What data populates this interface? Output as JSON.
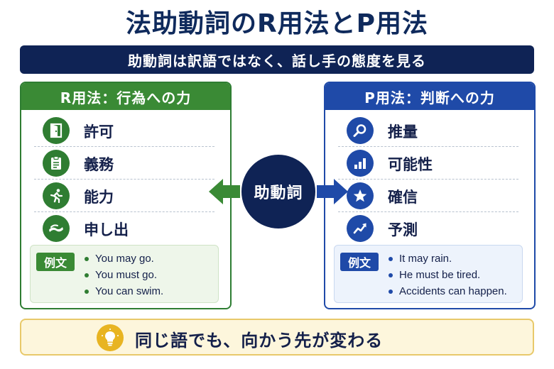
{
  "title": "法助動詞のR用法とP用法",
  "subtitle": "助動詞は訳語ではなく、話し手の態度を見る",
  "center": {
    "label": "助動詞"
  },
  "colors": {
    "navy": "#0f2355",
    "green": "#3a8a35",
    "blue": "#1f4aa8",
    "footer_bg": "#fdf6dc",
    "bulb": "#e8b422"
  },
  "r_panel": {
    "heading": "R用法：行為への力",
    "items": [
      {
        "label": "許可",
        "icon": "door-icon"
      },
      {
        "label": "義務",
        "icon": "clipboard-icon"
      },
      {
        "label": "能力",
        "icon": "runner-icon"
      },
      {
        "label": "申し出",
        "icon": "hand-icon"
      }
    ],
    "example_badge": "例文",
    "examples": [
      "You may go.",
      "You must go.",
      "You can swim."
    ]
  },
  "p_panel": {
    "heading": "P用法：判断への力",
    "items": [
      {
        "label": "推量",
        "icon": "magnifier-icon"
      },
      {
        "label": "可能性",
        "icon": "bar-chart-icon"
      },
      {
        "label": "確信",
        "icon": "star-icon"
      },
      {
        "label": "予測",
        "icon": "trend-up-icon"
      }
    ],
    "example_badge": "例文",
    "examples": [
      "It may rain.",
      "He must be tired.",
      "Accidents can happen."
    ]
  },
  "footer": {
    "text": "同じ語でも、向かう先が変わる",
    "icon": "lightbulb-icon"
  }
}
